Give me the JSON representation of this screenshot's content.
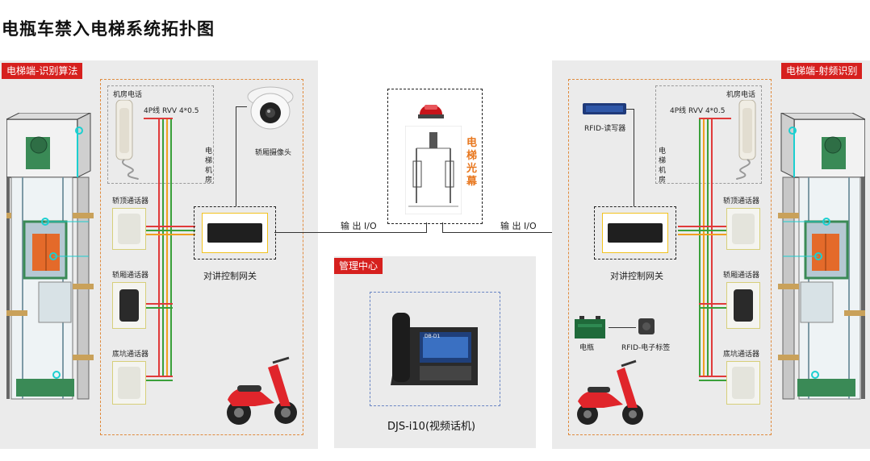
{
  "title": "电瓶车禁入电梯系统拓扑图",
  "left_panel": {
    "tag": "电梯端-识别算法",
    "machine_phone": "机房电话",
    "cable": "4P线 RVV 4*0.5",
    "machine_room": "电梯机房",
    "camera": "轿厢摄像头",
    "top_intercom": "轿顶通话器",
    "car_intercom": "轿厢通话器",
    "pit_intercom": "底坑通话器",
    "gateway": "对讲控制网关"
  },
  "right_panel": {
    "tag": "电梯端-射频识别",
    "machine_phone": "机房电话",
    "cable": "4P线 RVV 4*0.5",
    "machine_room": "电梯机房",
    "rfid_reader": "RFID-读写器",
    "top_intercom": "轿顶通话器",
    "car_intercom": "轿厢通话器",
    "pit_intercom": "底坑通话器",
    "gateway": "对讲控制网关",
    "battery": "电瓶",
    "rfid_tag": "RFID-电子标签"
  },
  "center": {
    "light_curtain": "电梯光幕",
    "io_left": "输 出 I/O",
    "io_right": "输 出 I/O",
    "mgmt_tag": "管理中心",
    "phone_model": "DJS-i10(视频话机)",
    "phone_screen_text": "DB-D1"
  },
  "colors": {
    "accent_red": "#d6201e",
    "curtain_orange": "#e8771e",
    "panel_gray": "#ebebeb"
  }
}
